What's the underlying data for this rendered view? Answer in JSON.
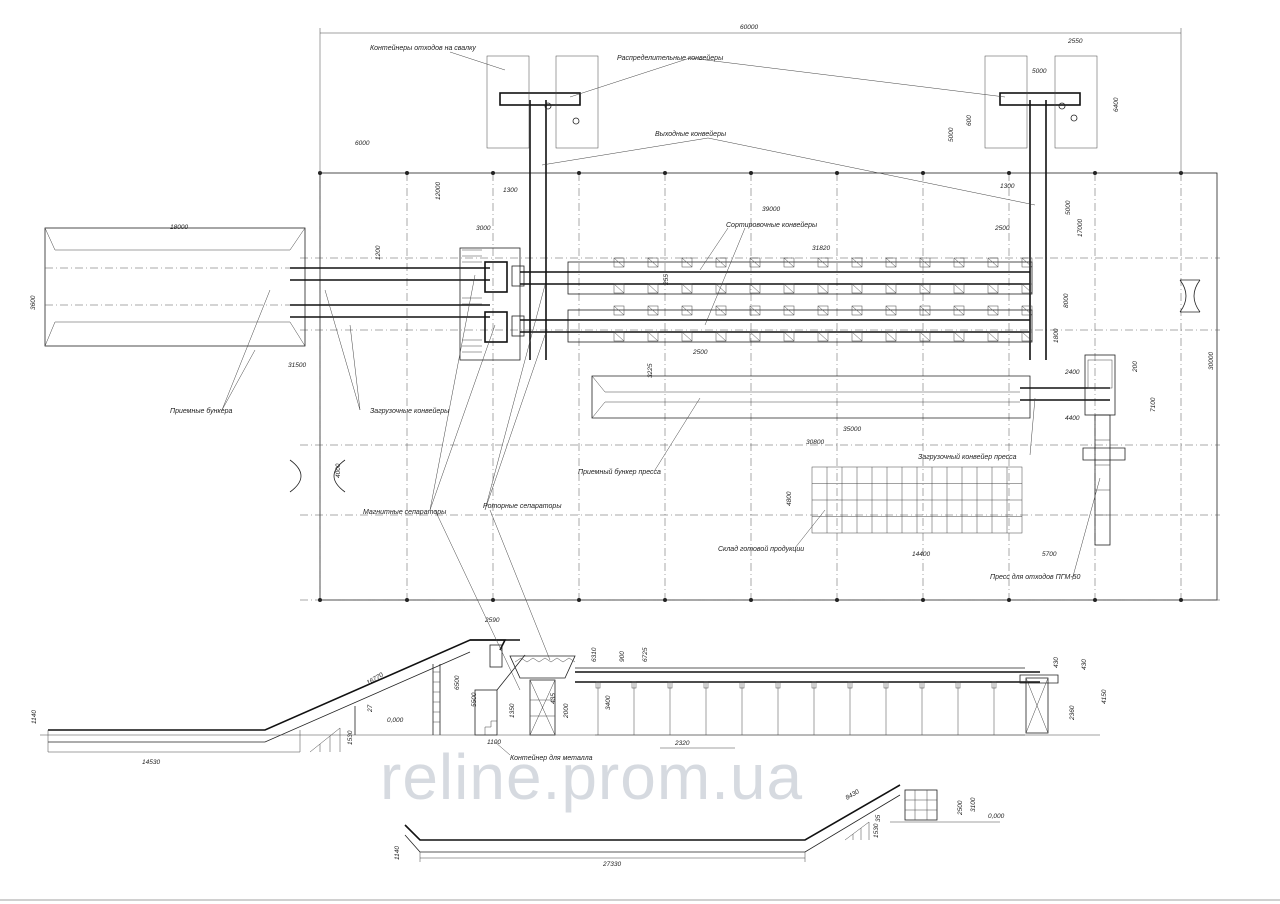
{
  "labels": {
    "dumps": "Контейнеры отходов на свалку",
    "distrib": "Распределительные конвейеры",
    "output": "Выходные конвейеры",
    "sorting": "Сортировочные конвейеры",
    "receiving": "Приемные бункера",
    "loading": "Загрузочные конвейеры",
    "magnetic": "Магнитные сепараторы",
    "rotor": "Роторные сепараторы",
    "press_bunker": "Приемный бункер пресса",
    "press_loading": "Загрузочный конвейер пресса",
    "warehouse": "Склад готовой продукции",
    "press": "Пресс для отходов ПГМ-50",
    "metal_container": "Контейнер для металла"
  },
  "dims": {
    "d60000": "60000",
    "d2550": "2550",
    "d5000a": "5000",
    "d6400": "6400",
    "d600": "600",
    "d5000b": "5000",
    "d6000": "6000",
    "d12000": "12000",
    "d1300a": "1300",
    "d1300b": "1300",
    "d39000": "39000",
    "d5000c": "5000",
    "d18000": "18000",
    "d3000": "3000",
    "d31820": "31820",
    "d2500a": "2500",
    "d17000": "17000",
    "d1200": "1200",
    "d3600": "3600",
    "d255": "255",
    "d8000": "8000",
    "d1800": "1800",
    "d2500b": "2500",
    "d31500": "31500",
    "d3225": "3225",
    "d2400": "2400",
    "d200": "200",
    "d4400": "4400",
    "d7100": "7100",
    "d30000": "30000",
    "d35000": "35000",
    "d30800": "30800",
    "d4000": "4000",
    "d4800": "4800",
    "d14400": "14400",
    "d5700": "5700",
    "d2590": "2590",
    "d16770": "16770",
    "d6500": "6500",
    "d5500": "5500",
    "d6310": "6310",
    "d900": "900",
    "d6725": "6725",
    "d430a": "430",
    "d430b": "430",
    "d4150": "4150",
    "d2360": "2360",
    "d3400": "3400",
    "d2000": "2000",
    "d435": "435",
    "d1350": "1350",
    "d1100": "1100",
    "d2320": "2320",
    "d27": "27",
    "d0000a": "0,000",
    "d1140a": "1140",
    "d1530a": "1530",
    "d14530": "14530",
    "d8430": "8430",
    "d3100": "3100",
    "d2500c": "2500",
    "d0000b": "0,000",
    "d1140b": "1140",
    "d1530b": "1530",
    "d27330": "27330",
    "d35": "35"
  },
  "watermark": "reline.prom.ua"
}
